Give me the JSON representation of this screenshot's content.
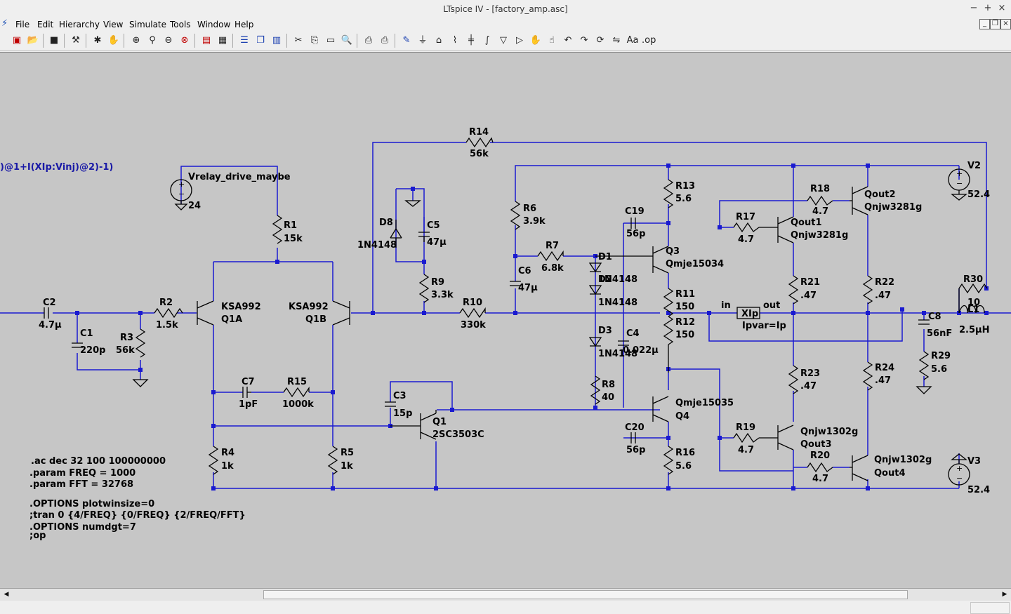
{
  "window": {
    "title": "LTspice IV - [factory_amp.asc]"
  },
  "menu": {
    "items": [
      "File",
      "Edit",
      "Hierarchy",
      "View",
      "Simulate",
      "Tools",
      "Window",
      "Help"
    ]
  },
  "schematic": {
    "expression_text": ")@1+I(XIp:Vinj)@2)-1)",
    "components": {
      "r14": {
        "ref": "R14",
        "value": "56k"
      },
      "r1": {
        "ref": "R1",
        "value": "15k"
      },
      "vrelay": {
        "ref": "Vrelay_drive_maybe",
        "value": "24"
      },
      "c2": {
        "ref": "C2",
        "value": "4.7µ"
      },
      "c1": {
        "ref": "C1",
        "value": "220p"
      },
      "r3": {
        "ref": "R3",
        "value": "56k"
      },
      "r2": {
        "ref": "R2",
        "value": "1.5k"
      },
      "q1a": {
        "ref": "Q1A",
        "value": "KSA992"
      },
      "q1b": {
        "ref": "Q1B",
        "value": "KSA992"
      },
      "d8": {
        "ref": "D8",
        "value": "1N4148"
      },
      "c5": {
        "ref": "C5",
        "value": "47µ"
      },
      "r9": {
        "ref": "R9",
        "value": "3.3k"
      },
      "r10": {
        "ref": "R10",
        "value": "330k"
      },
      "r6": {
        "ref": "R6",
        "value": "3.9k"
      },
      "r7": {
        "ref": "R7",
        "value": "6.8k"
      },
      "c6": {
        "ref": "C6",
        "value": "47µ"
      },
      "d1": {
        "ref": "D1",
        "value": "1N4148"
      },
      "d2": {
        "ref": "D2",
        "value": "1N4148"
      },
      "d3": {
        "ref": "D3",
        "value": "1N4148"
      },
      "r8": {
        "ref": "R8",
        "value": "40"
      },
      "c19": {
        "ref": "C19",
        "value": "56p"
      },
      "c4": {
        "ref": "C4",
        "value": "0.022µ"
      },
      "c20": {
        "ref": "C20",
        "value": "56p"
      },
      "q3": {
        "ref": "Q3",
        "value": "Qmje15034"
      },
      "q4": {
        "ref": "Q4",
        "value": "Qmje15035"
      },
      "r13": {
        "ref": "R13",
        "value": "5.6"
      },
      "r11": {
        "ref": "R11",
        "value": "150"
      },
      "r12": {
        "ref": "R12",
        "value": "150"
      },
      "r16": {
        "ref": "R16",
        "value": "5.6"
      },
      "c7": {
        "ref": "C7",
        "value": "1pF"
      },
      "r15": {
        "ref": "R15",
        "value": "1000k"
      },
      "c3": {
        "ref": "C3",
        "value": "15p"
      },
      "q1": {
        "ref": "Q1",
        "value": "2SC3503C"
      },
      "r4": {
        "ref": "R4",
        "value": "1k"
      },
      "r5": {
        "ref": "R5",
        "value": "1k"
      },
      "r17": {
        "ref": "R17",
        "value": "4.7"
      },
      "r18": {
        "ref": "R18",
        "value": "4.7"
      },
      "r19": {
        "ref": "R19",
        "value": "4.7"
      },
      "r20": {
        "ref": "R20",
        "value": "4.7"
      },
      "qout1": {
        "ref": "Qout1",
        "value": "Qnjw3281g"
      },
      "qout2": {
        "ref": "Qout2",
        "value": "Qnjw3281g"
      },
      "qout3": {
        "ref": "Qout3",
        "value": "Qnjw1302g"
      },
      "qout4": {
        "ref": "Qout4",
        "value": "Qnjw1302g"
      },
      "r21": {
        "ref": "R21",
        "value": ".47"
      },
      "r22": {
        "ref": "R22",
        "value": ".47"
      },
      "r23": {
        "ref": "R23",
        "value": ".47"
      },
      "r24": {
        "ref": "R24",
        "value": ".47"
      },
      "xip": {
        "ref": "XIp",
        "value": "Ipvar=Ip",
        "pin_in": "in",
        "pin_out": "out"
      },
      "v2": {
        "ref": "V2",
        "value": "52.4"
      },
      "v3": {
        "ref": "V3",
        "value": "52.4"
      },
      "c8": {
        "ref": "C8",
        "value": "56nF"
      },
      "r29": {
        "ref": "R29",
        "value": "5.6"
      },
      "r30": {
        "ref": "R30",
        "value": "10"
      },
      "l1": {
        "ref": "L1",
        "value": "2.5µH"
      }
    },
    "directives": [
      ".ac dec 32 100 100000000",
      ".param FREQ = 1000",
      ".param FFT = 32768",
      ".OPTIONS plotwinsize=0",
      ";tran 0 {4/FREQ} {0/FREQ} {2/FREQ/FFT}",
      ".OPTIONS numdgt=7",
      ";op"
    ]
  },
  "colors": {
    "wire": "#1a1ad0",
    "canvas": "#c6c6c6",
    "component": "#000000",
    "text_blue": "#1a1aa6"
  }
}
